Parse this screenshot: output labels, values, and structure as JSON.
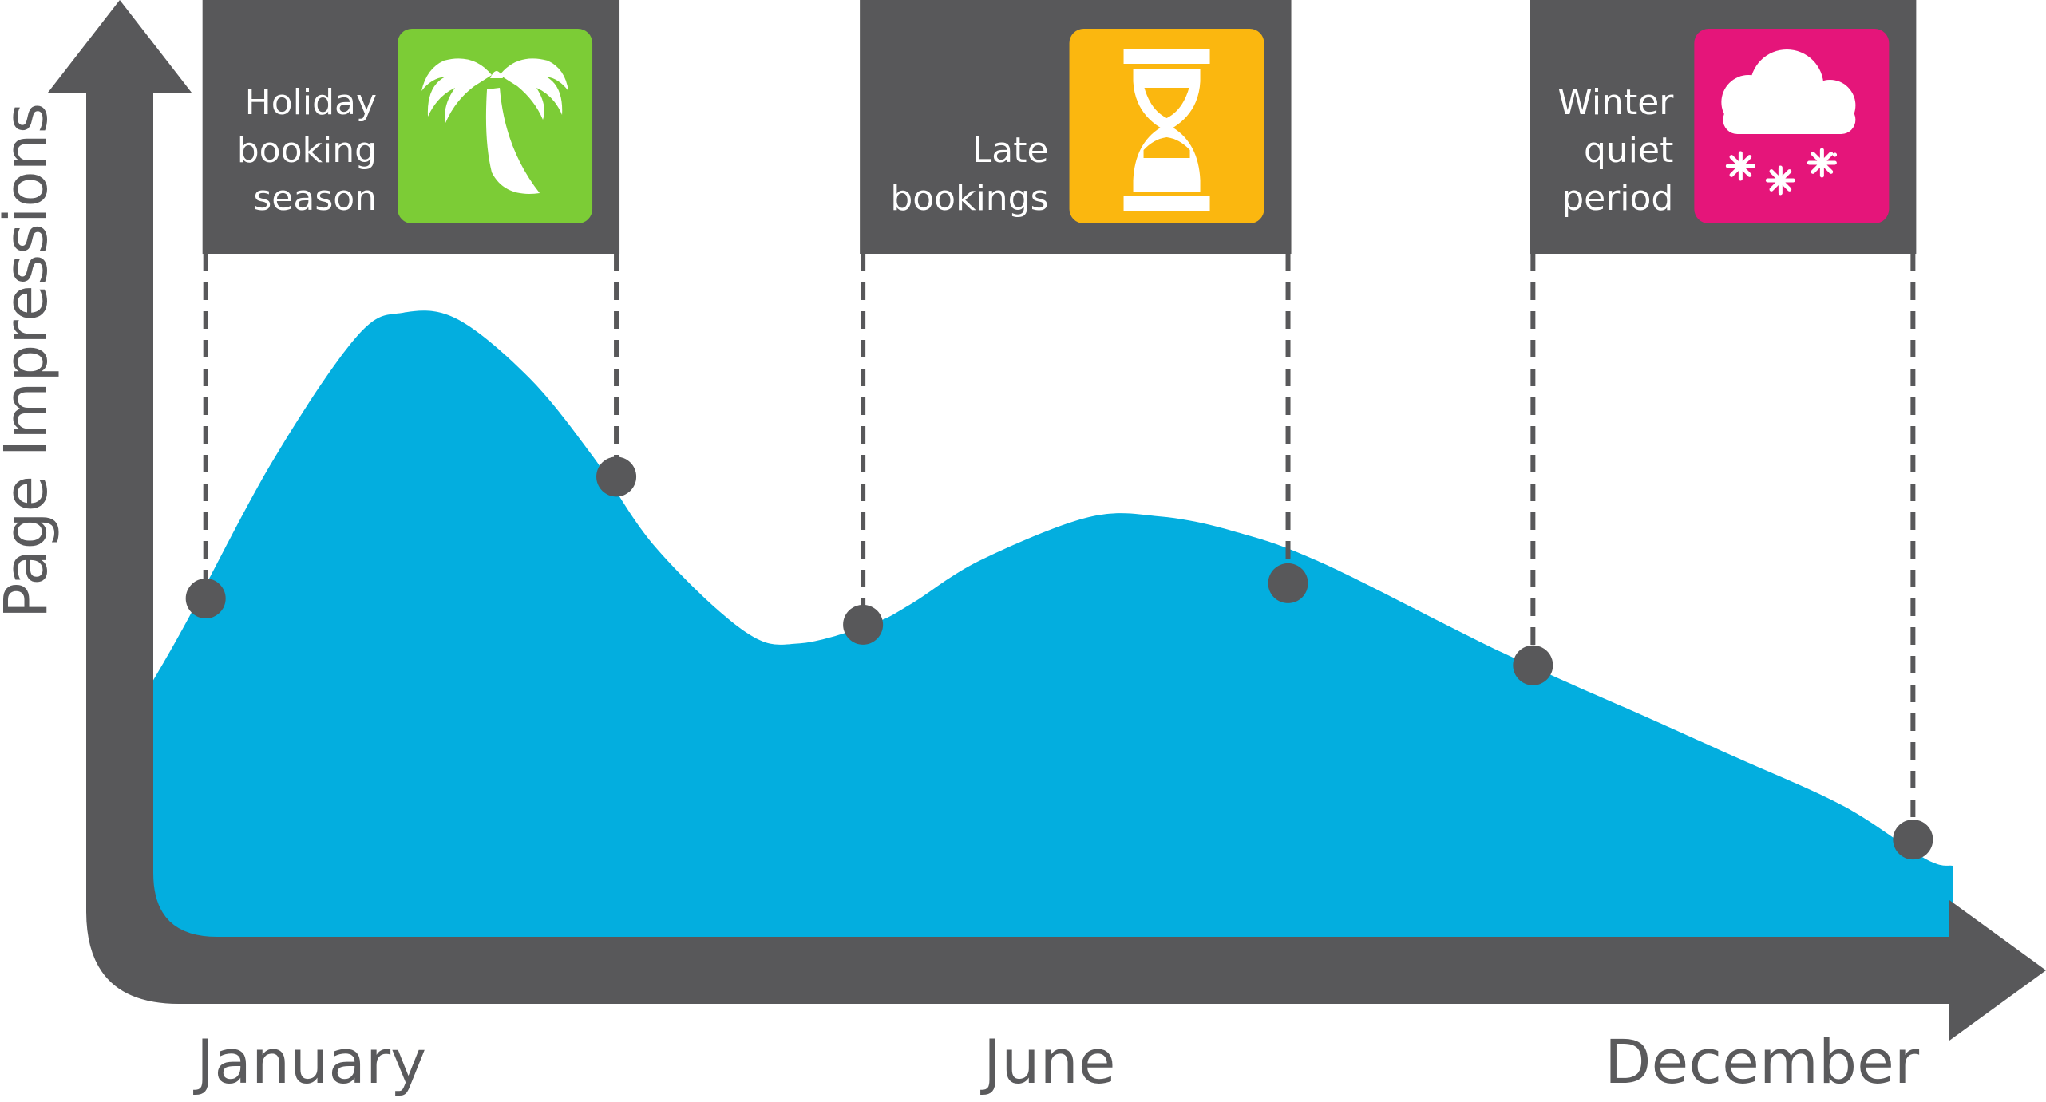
{
  "chart_data": {
    "type": "area",
    "ylabel": "Page Impressions",
    "x_tick_labels": [
      "January",
      "June",
      "December"
    ],
    "series_color": "#03aedf",
    "axis_color": "#58585a",
    "points": [
      {
        "x": 0.0,
        "y": 0.3
      },
      {
        "x": 0.02,
        "y": 0.375
      },
      {
        "x": 0.067,
        "y": 0.562
      },
      {
        "x": 0.114,
        "y": 0.71
      },
      {
        "x": 0.14,
        "y": 0.738
      },
      {
        "x": 0.17,
        "y": 0.73
      },
      {
        "x": 0.21,
        "y": 0.66
      },
      {
        "x": 0.245,
        "y": 0.568
      },
      {
        "x": 0.28,
        "y": 0.46
      },
      {
        "x": 0.33,
        "y": 0.36
      },
      {
        "x": 0.36,
        "y": 0.347
      },
      {
        "x": 0.4,
        "y": 0.37
      },
      {
        "x": 0.422,
        "y": 0.394
      },
      {
        "x": 0.46,
        "y": 0.445
      },
      {
        "x": 0.52,
        "y": 0.496
      },
      {
        "x": 0.56,
        "y": 0.497
      },
      {
        "x": 0.6,
        "y": 0.48
      },
      {
        "x": 0.65,
        "y": 0.442
      },
      {
        "x": 0.75,
        "y": 0.336
      },
      {
        "x": 0.834,
        "y": 0.256
      },
      {
        "x": 0.88,
        "y": 0.212
      },
      {
        "x": 0.94,
        "y": 0.154
      },
      {
        "x": 0.985,
        "y": 0.092
      },
      {
        "x": 1.0,
        "y": 0.084
      }
    ],
    "markers": [
      {
        "x": 0.03,
        "y": 0.4
      },
      {
        "x": 0.258,
        "y": 0.544
      },
      {
        "x": 0.395,
        "y": 0.369
      },
      {
        "x": 0.631,
        "y": 0.418
      },
      {
        "x": 0.767,
        "y": 0.321
      },
      {
        "x": 0.978,
        "y": 0.115
      }
    ],
    "annotations": [
      {
        "lines": [
          "Holiday",
          "booking",
          "season"
        ],
        "icon": "palm-tree-icon",
        "icon_color": "#7ccc36",
        "marker_start": 0,
        "marker_end": 1
      },
      {
        "lines": [
          "Late",
          "bookings"
        ],
        "icon": "hourglass-icon",
        "icon_color": "#fbb70f",
        "marker_start": 2,
        "marker_end": 3
      },
      {
        "lines": [
          "Winter",
          "quiet",
          "period"
        ],
        "icon": "snow-cloud-icon",
        "icon_color": "#e5157a",
        "marker_start": 4,
        "marker_end": 5
      }
    ]
  }
}
